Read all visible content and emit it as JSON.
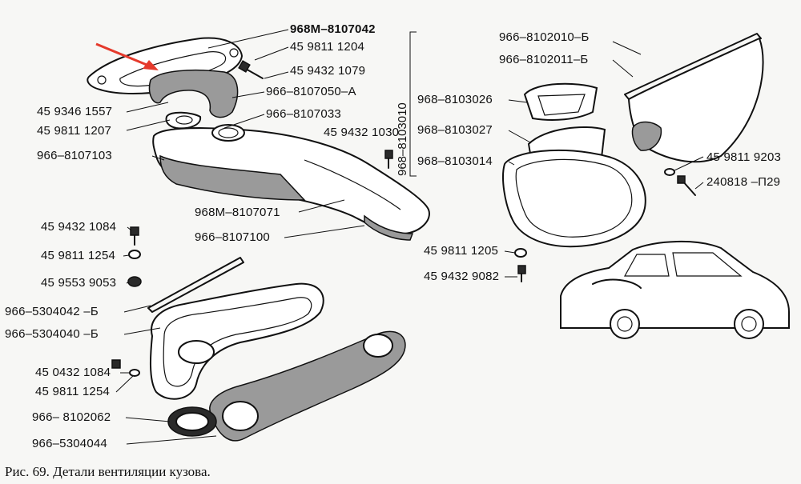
{
  "labels": {
    "l01": "968М–8107042",
    "l02": "45 9811 1204",
    "l03": "45 9432 1079",
    "l04": "966–8107050–А",
    "l05": "966–8107033",
    "l06": "45 9346 1557",
    "l07": "45 9811 1207",
    "l08": "966–8107103",
    "l09": "45 9432 1030",
    "l10": "968М–8107071",
    "l11": "966–8107100",
    "l12": "968–8103026",
    "l13": "968–8103027",
    "l14": "968–8103014",
    "l15": "966–8102010–Б",
    "l16": "966–8102011–Б",
    "l17": "45 9811 9203",
    "l18": "240818 –П29",
    "l19": "45 9811 1205",
    "l20": "45 9432 9082",
    "l21": "45 9432 1084",
    "l22": "45 9811 1254",
    "l23": "45 9553 9053",
    "l24": "966–5304042 –Б",
    "l25": "966–5304040 –Б",
    "l26": "45 0432 1084",
    "l27": "45 9811 1254",
    "l28": "966– 8102062",
    "l29": "966–5304044"
  },
  "group_label": "968–8103010",
  "caption": "Рис. 69. Детали вентиляции кузова."
}
